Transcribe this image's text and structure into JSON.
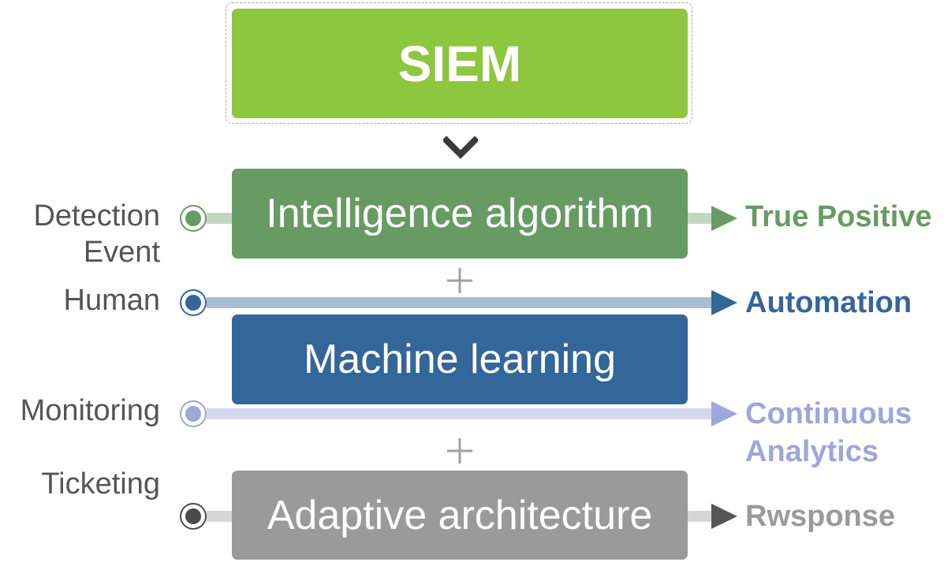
{
  "title_box": {
    "label": "SIEM",
    "color": "#8dc63f"
  },
  "boxes": [
    {
      "label": "Intelligence algorithm",
      "color": "#679b63"
    },
    {
      "label": "Machine learning",
      "color": "#336699"
    },
    {
      "label": "Adaptive architecture",
      "color": "#9a9a9a"
    }
  ],
  "connectors": {
    "between_title_and_first": "chevron-down",
    "between_boxes": [
      "+",
      "+"
    ]
  },
  "flows": [
    {
      "input": "Detection\nEvent",
      "output": "True Positive",
      "color": "#679b63",
      "line_color": "#c2d7c1"
    },
    {
      "input": "Human",
      "output": "Automation",
      "color": "#336699",
      "line_color": "#a9bdd3"
    },
    {
      "input": "Monitoring",
      "output": "Continuous\nAnalytics",
      "color": "#9fa6d9",
      "line_color": "#d4d7ed"
    },
    {
      "input": "Ticketing",
      "output": "Rwsponse",
      "color": "#9a9a9a",
      "line_color": "#d6d6d6",
      "dot_color": "#4a4a4a",
      "arrow_color": "#555555"
    }
  ]
}
